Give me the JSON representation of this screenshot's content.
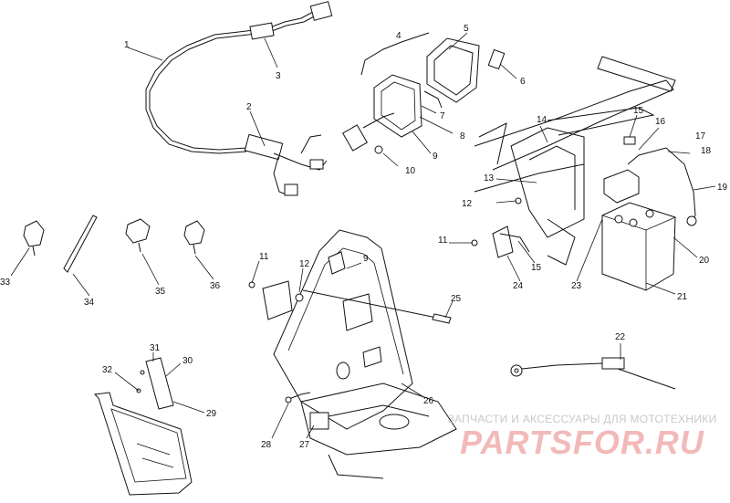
{
  "callouts": [
    {
      "id": "c1",
      "label": "1"
    },
    {
      "id": "c2",
      "label": "2"
    },
    {
      "id": "c3",
      "label": "3"
    },
    {
      "id": "c4",
      "label": "4"
    },
    {
      "id": "c5",
      "label": "5"
    },
    {
      "id": "c6",
      "label": "6"
    },
    {
      "id": "c7",
      "label": "7"
    },
    {
      "id": "c8",
      "label": "8"
    },
    {
      "id": "c9a",
      "label": "9"
    },
    {
      "id": "c10",
      "label": "10"
    },
    {
      "id": "c11a",
      "label": "11"
    },
    {
      "id": "c12a",
      "label": "12"
    },
    {
      "id": "c13",
      "label": "13"
    },
    {
      "id": "c14",
      "label": "14"
    },
    {
      "id": "c15a",
      "label": "15"
    },
    {
      "id": "c16",
      "label": "16"
    },
    {
      "id": "c17",
      "label": "17"
    },
    {
      "id": "c18",
      "label": "18"
    },
    {
      "id": "c19",
      "label": "19"
    },
    {
      "id": "c20",
      "label": "20"
    },
    {
      "id": "c21",
      "label": "21"
    },
    {
      "id": "c22",
      "label": "22"
    },
    {
      "id": "c23",
      "label": "23"
    },
    {
      "id": "c24",
      "label": "24"
    },
    {
      "id": "c15b",
      "label": "15"
    },
    {
      "id": "c11b",
      "label": "11"
    },
    {
      "id": "c12b",
      "label": "12"
    },
    {
      "id": "c9b",
      "label": "9"
    },
    {
      "id": "c25",
      "label": "25"
    },
    {
      "id": "c33",
      "label": "33"
    },
    {
      "id": "c34",
      "label": "34"
    },
    {
      "id": "c35",
      "label": "35"
    },
    {
      "id": "c36",
      "label": "36"
    },
    {
      "id": "c31",
      "label": "31"
    },
    {
      "id": "c30",
      "label": "30"
    },
    {
      "id": "c32",
      "label": "32"
    },
    {
      "id": "c29",
      "label": "29"
    },
    {
      "id": "c26",
      "label": "26"
    },
    {
      "id": "c28",
      "label": "28"
    },
    {
      "id": "c27",
      "label": "27"
    }
  ],
  "watermark": {
    "subtitle": "ЗАПЧАСТИ И АКСЕССУАРЫ ДЛЯ МОТОТЕХНИКИ",
    "logo": "PARTSFOR.RU"
  },
  "colors": {
    "line": "#111111",
    "background": "#ffffff",
    "watermark_logo": "#f2b9b9",
    "watermark_text": "#c9c9c9"
  }
}
